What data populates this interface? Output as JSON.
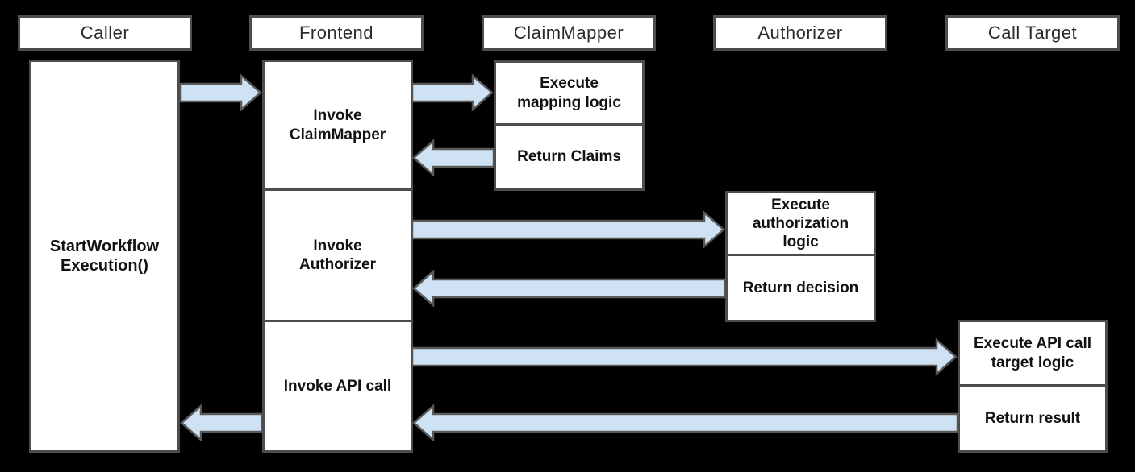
{
  "diagram": {
    "type": "sequence-diagram",
    "columns": {
      "caller": {
        "header": "Caller",
        "box": "StartWorkflow\nExecution()"
      },
      "frontend": {
        "header": "Frontend",
        "steps": [
          "Invoke\nClaimMapper",
          "Invoke\nAuthorizer",
          "Invoke API call"
        ]
      },
      "claimmapper": {
        "header": "ClaimMapper",
        "steps": [
          "Execute\nmapping logic",
          "Return Claims"
        ]
      },
      "authorizer": {
        "header": "Authorizer",
        "steps": [
          "Execute\nauthorization\nlogic",
          "Return decision"
        ]
      },
      "calltarget": {
        "header": "Call Target",
        "steps": [
          "Execute API call\ntarget logic",
          "Return result"
        ]
      }
    },
    "arrows": [
      {
        "from": "Caller",
        "to": "Frontend",
        "direction": "right"
      },
      {
        "from": "Frontend",
        "to": "ClaimMapper",
        "direction": "right"
      },
      {
        "from": "ClaimMapper",
        "to": "Frontend",
        "direction": "left"
      },
      {
        "from": "Frontend",
        "to": "Authorizer",
        "direction": "right"
      },
      {
        "from": "Authorizer",
        "to": "Frontend",
        "direction": "left"
      },
      {
        "from": "Frontend",
        "to": "Call Target",
        "direction": "right"
      },
      {
        "from": "Call Target",
        "to": "Frontend",
        "direction": "left"
      },
      {
        "from": "Frontend",
        "to": "Caller",
        "direction": "left"
      }
    ],
    "colors": {
      "background": "#000000",
      "box_fill": "#ffffff",
      "box_border": "#4d4d4d",
      "arrow_fill": "#cfe2f3",
      "arrow_border": "#595959",
      "text": "#121212"
    }
  }
}
